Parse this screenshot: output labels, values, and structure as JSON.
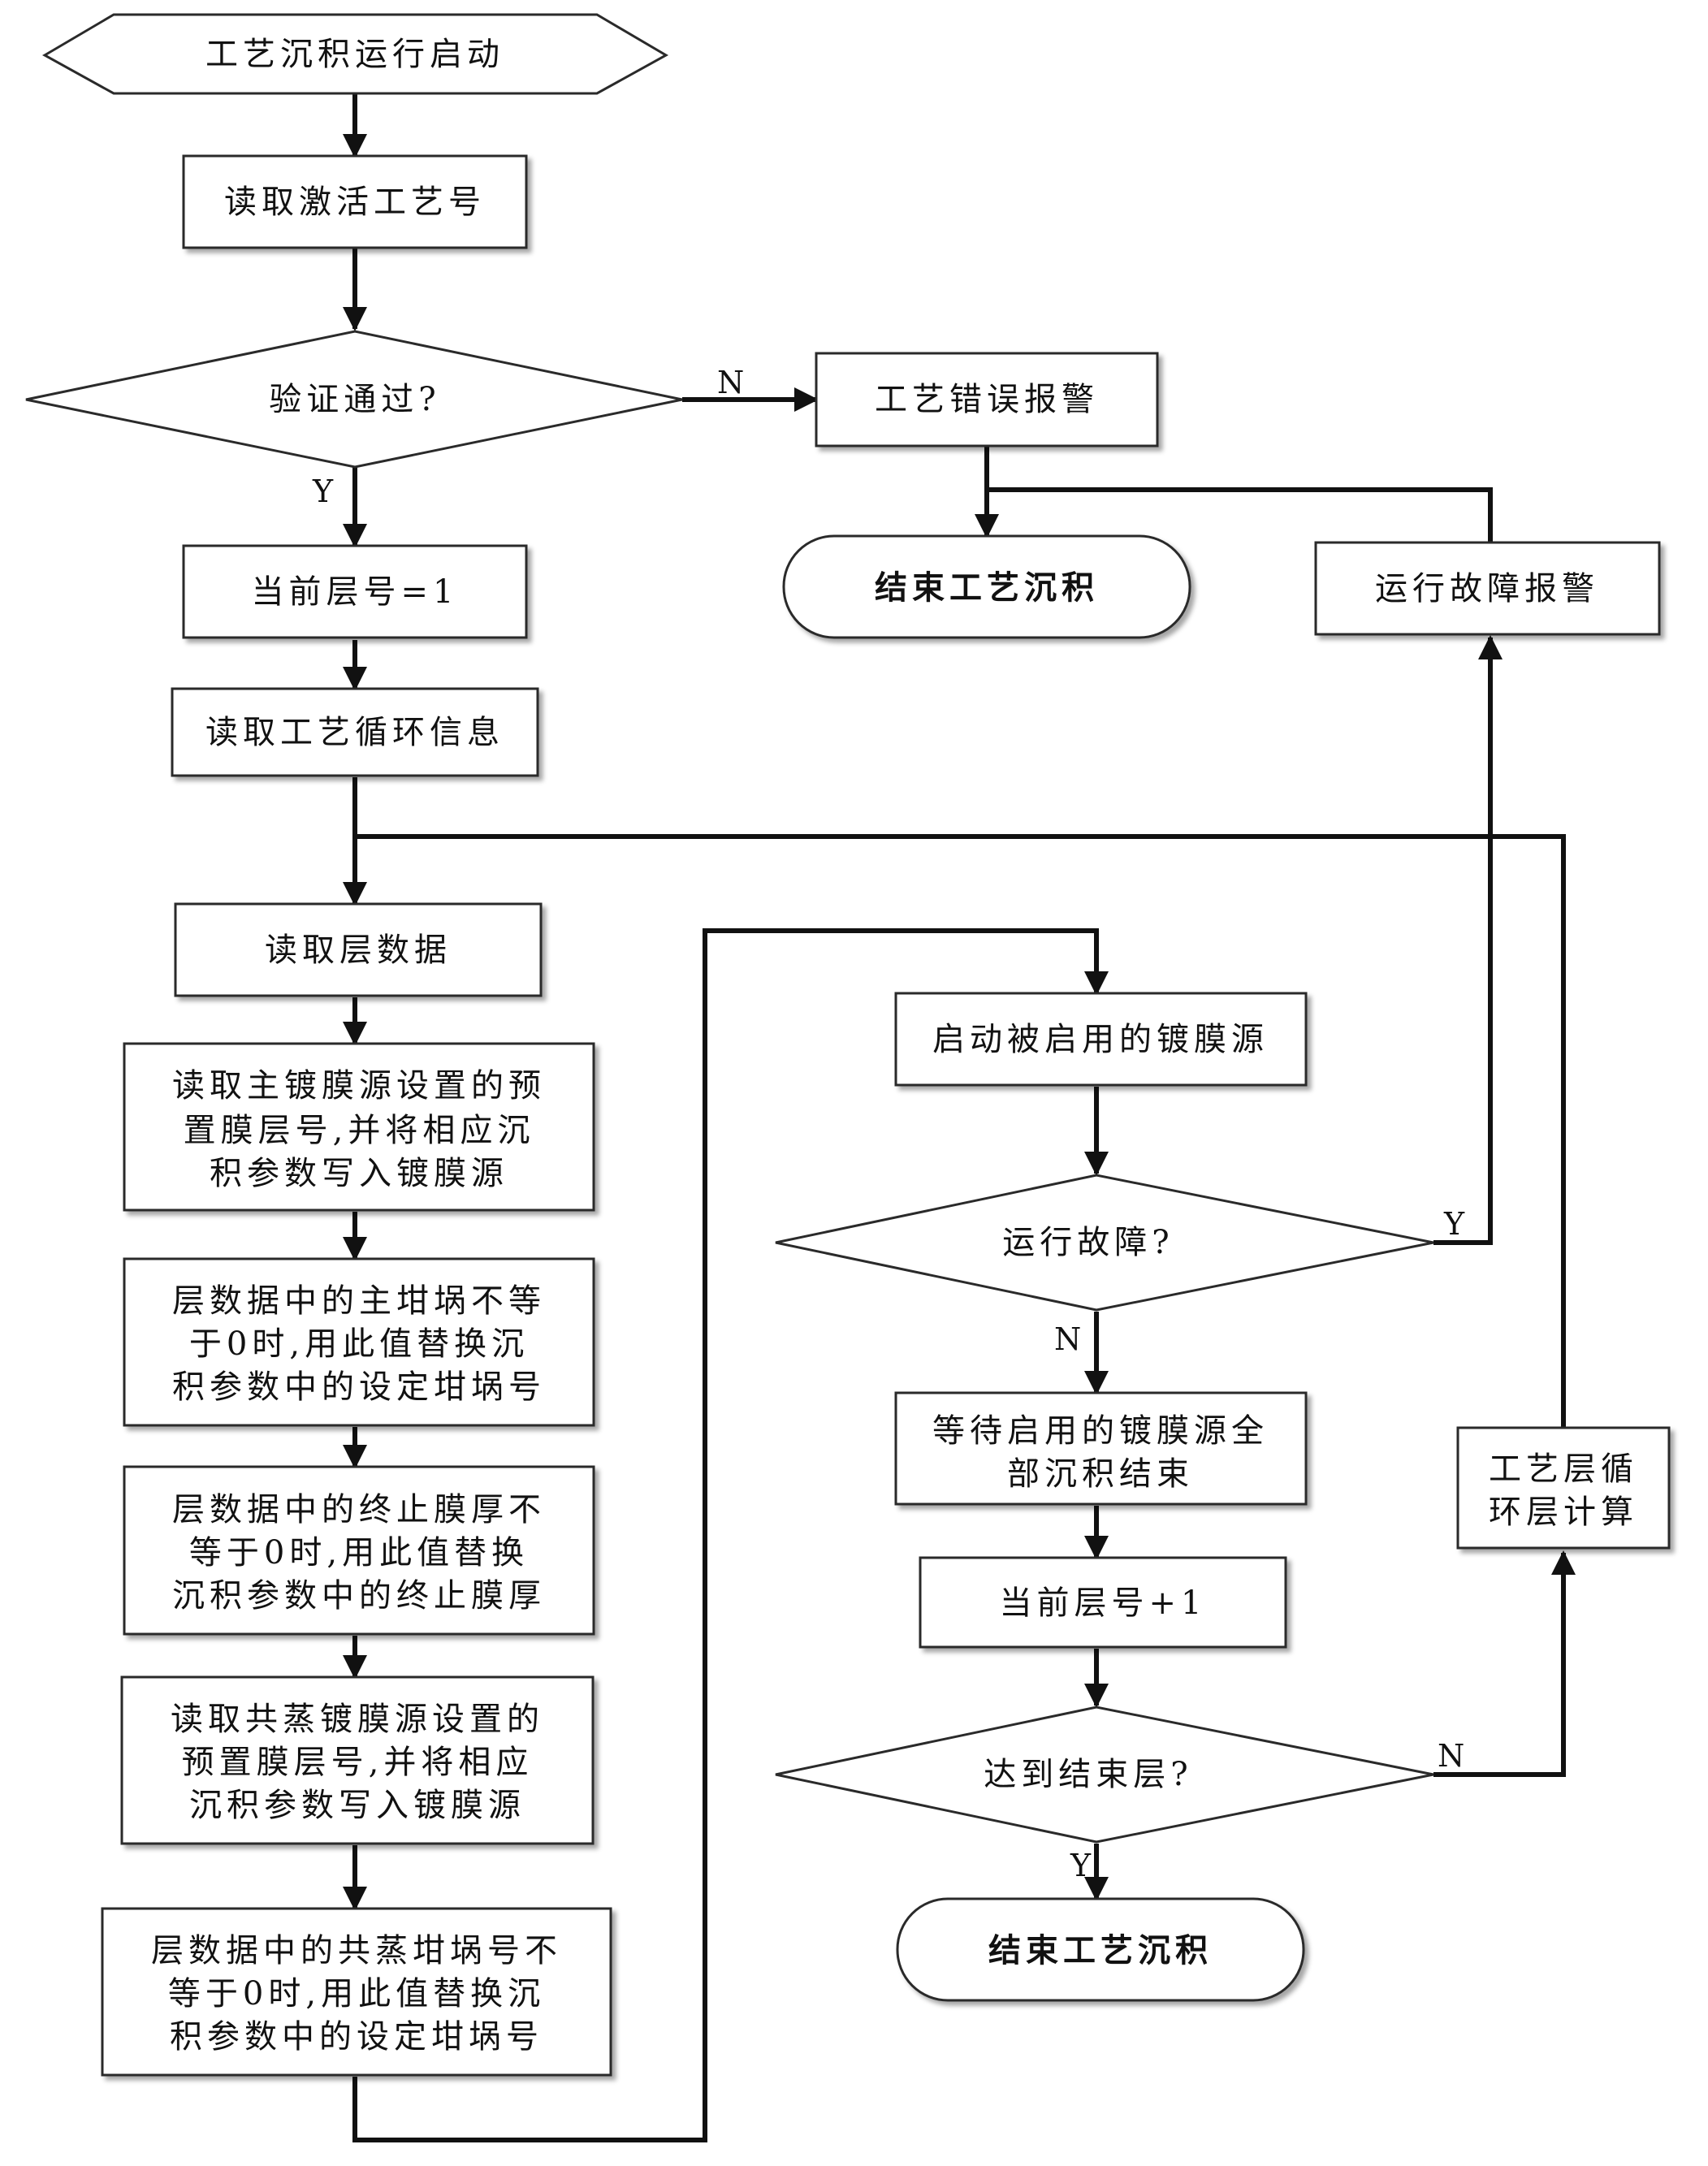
{
  "start": {
    "text": "工艺沉积运行启动"
  },
  "read_active": {
    "text": "读取激活工艺号"
  },
  "verify": {
    "text": "验证通过?"
  },
  "error_alarm": {
    "text": "工艺错误报警"
  },
  "end_top": {
    "text": "结束工艺沉积"
  },
  "fault_alarm": {
    "text": "运行故障报警"
  },
  "layer_init": {
    "text": "当前层号=1"
  },
  "read_cycle": {
    "text": "读取工艺循环信息"
  },
  "read_layer": {
    "text": "读取层数据"
  },
  "main_source": {
    "lines": [
      "读取主镀膜源设置的预",
      "置膜层号,并将相应沉",
      "积参数写入镀膜源"
    ]
  },
  "main_crucible": {
    "lines": [
      "层数据中的主坩埚不等",
      "于0时,用此值替换沉",
      "积参数中的设定坩埚号"
    ]
  },
  "stop_thickness": {
    "lines": [
      "层数据中的终止膜厚不",
      "等于0时,用此值替换",
      "沉积参数中的终止膜厚"
    ]
  },
  "coevap_source": {
    "lines": [
      "读取共蒸镀膜源设置的",
      "预置膜层号,并将相应",
      "沉积参数写入镀膜源"
    ]
  },
  "coevap_crucible": {
    "lines": [
      "层数据中的共蒸坩埚号不",
      "等于0时,用此值替换沉",
      "积参数中的设定坩埚号"
    ]
  },
  "start_sources": {
    "text": "启动被启用的镀膜源"
  },
  "run_fault": {
    "text": "运行故障?"
  },
  "wait_done": {
    "lines": [
      "等待启用的镀膜源全",
      "部沉积结束"
    ]
  },
  "layer_inc": {
    "text": "当前层号+1"
  },
  "reach_end": {
    "text": "达到结束层?"
  },
  "end_bottom": {
    "text": "结束工艺沉积"
  },
  "cycle_calc": {
    "lines": [
      "工艺层循",
      "环层计算"
    ]
  },
  "edge_labels": {
    "verify_no": "N",
    "verify_yes": "Y",
    "fault_yes": "Y",
    "fault_no": "N",
    "end_no": "N",
    "end_yes": "Y"
  }
}
